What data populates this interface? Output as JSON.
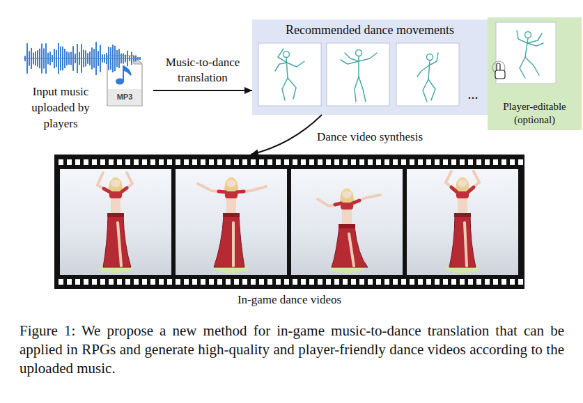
{
  "diagram": {
    "caption": "Figure 1: We propose a new method for in-game music-to-dance translation that can be applied in RPGs and generate high-quality and player-friendly dance videos according to the uploaded music.",
    "nodes": [
      {
        "text": [
          "Input music uploaded by players"
        ]
      },
      {
        "text": [
          "Recommended dance movements"
        ]
      },
      {
        "text": [
          "Player-editable (optional)"
        ]
      },
      {
        "text": [
          "In-game dance videos"
        ]
      }
    ],
    "edges": [
      {
        "from": 0,
        "to": 1,
        "arrow": "to",
        "label": "Music-to-dance translation"
      },
      {
        "from": 1,
        "to": 3,
        "arrow": "to",
        "label": "Dance video synthesis"
      }
    ],
    "labels": [
      "MP3",
      "..."
    ]
  }
}
